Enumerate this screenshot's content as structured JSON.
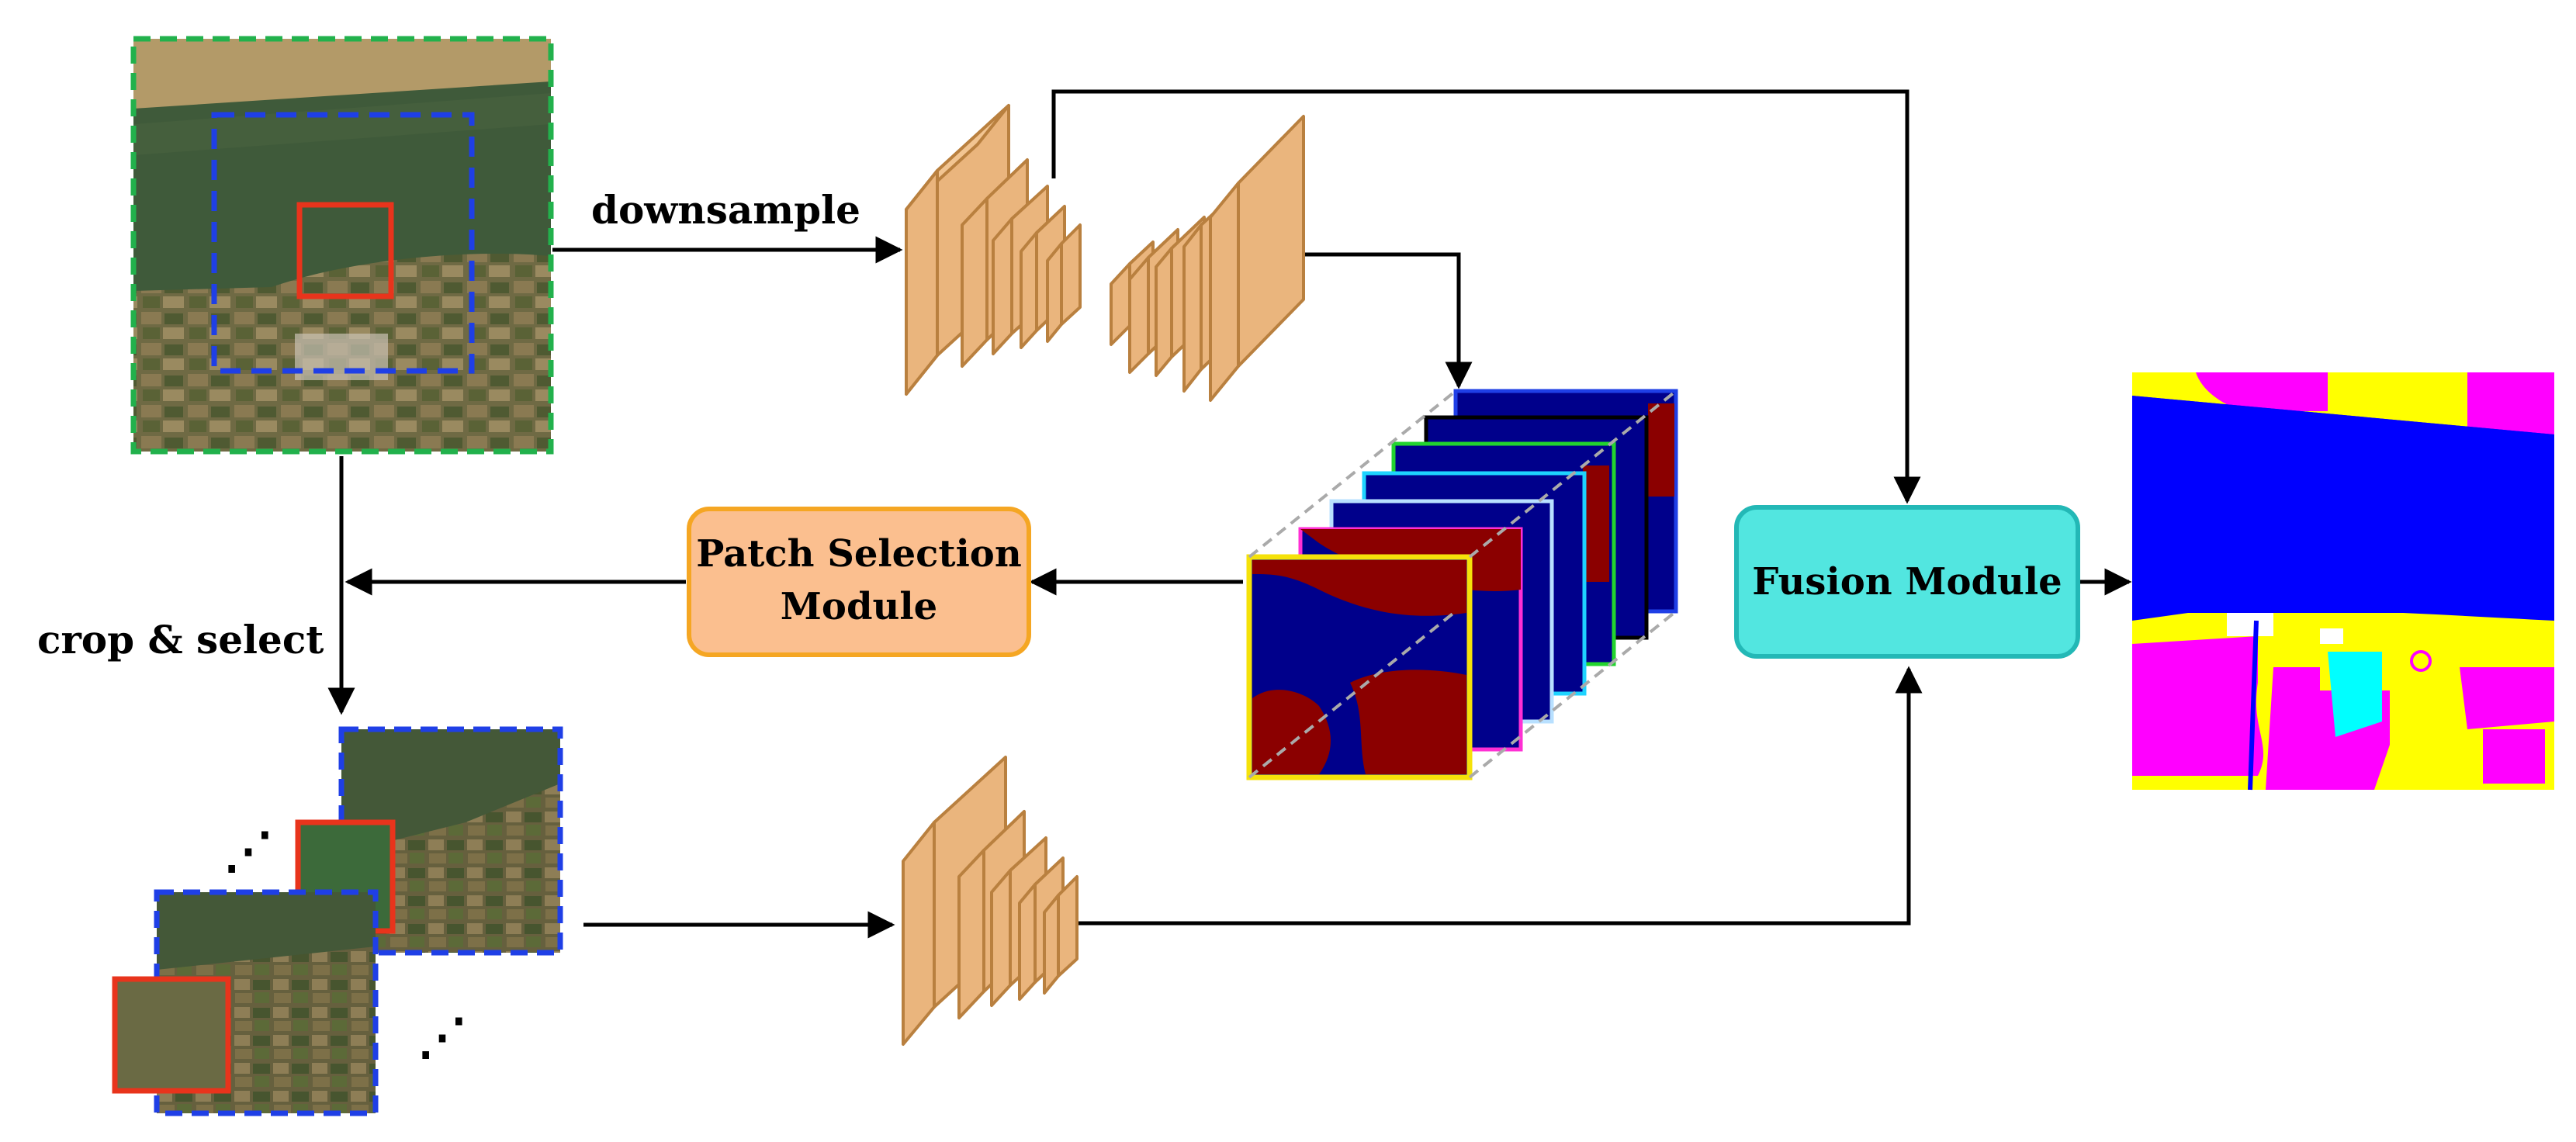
{
  "labels": {
    "downsample": "downsample",
    "crop_select": "crop & select"
  },
  "modules": {
    "patch_selection": {
      "line1": "Patch Selection",
      "line2": "Module"
    },
    "fusion": {
      "label": "Fusion Module"
    }
  },
  "ellipsis": "⋰",
  "colors": {
    "conv_fill": "#eab57d",
    "conv_side": "#d99f63",
    "conv_stroke": "#b9803f",
    "patch_box_fill": "#fbbf8f",
    "patch_box_stroke": "#f5a623",
    "fusion_box_fill": "#52e6e0",
    "fusion_box_stroke": "#23b8b6",
    "input_frame": "#22b14c",
    "crop_frame": "#1f3fe6",
    "patch_frame": "#e8341c",
    "map_class_river": "#0000ff",
    "map_class_a": "#ffff00",
    "map_class_b": "#ff00ff",
    "map_class_c": "#00ffff",
    "heat_low": "#00008b",
    "heat_high": "#8b0000"
  }
}
